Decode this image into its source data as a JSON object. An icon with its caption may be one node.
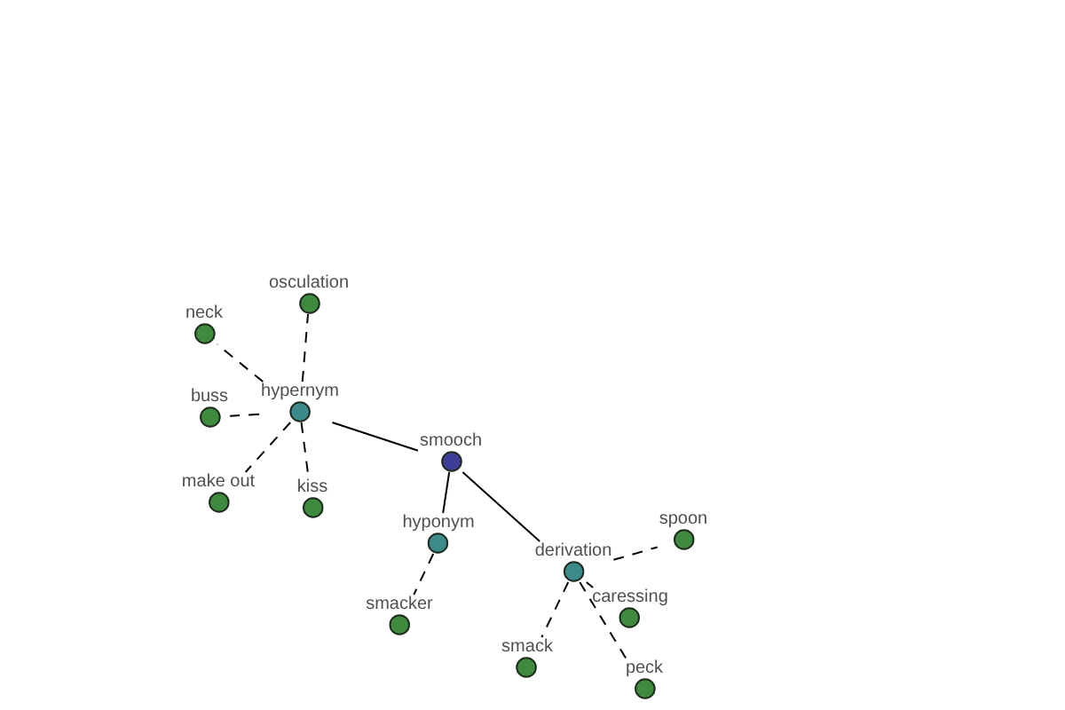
{
  "diagram": {
    "nodes": [
      {
        "text": [
          "osculation"
        ]
      },
      {
        "text": [
          "neck"
        ]
      },
      {
        "text": [
          "buss"
        ]
      },
      {
        "text": [
          "hypernym"
        ]
      },
      {
        "text": [
          "smooch"
        ]
      },
      {
        "text": [
          "make out"
        ]
      },
      {
        "text": [
          "kiss"
        ]
      },
      {
        "text": [
          "spoon"
        ]
      },
      {
        "text": [
          "hyponym"
        ]
      },
      {
        "text": [
          "derivation"
        ]
      },
      {
        "text": [
          "caressing"
        ]
      },
      {
        "text": [
          "smacker"
        ]
      },
      {
        "text": [
          "smack"
        ]
      },
      {
        "text": [
          "peck"
        ]
      }
    ],
    "edges": [
      {
        "from": 4,
        "to": 3,
        "arrow": "none"
      },
      {
        "from": 4,
        "to": 8,
        "arrow": "none"
      },
      {
        "from": 4,
        "to": 9,
        "arrow": "none"
      },
      {
        "from": 3,
        "to": 0,
        "arrow": "none",
        "style": "dashed"
      },
      {
        "from": 3,
        "to": 1,
        "arrow": "none",
        "style": "dashed"
      },
      {
        "from": 3,
        "to": 2,
        "arrow": "none",
        "style": "dashed"
      },
      {
        "from": 3,
        "to": 5,
        "arrow": "none",
        "style": "dashed"
      },
      {
        "from": 3,
        "to": 6,
        "arrow": "none",
        "style": "dashed"
      },
      {
        "from": 8,
        "to": 11,
        "arrow": "none",
        "style": "dashed"
      },
      {
        "from": 9,
        "to": 7,
        "arrow": "none",
        "style": "dashed"
      },
      {
        "from": 9,
        "to": 10,
        "arrow": "none",
        "style": "dashed"
      },
      {
        "from": 9,
        "to": 12,
        "arrow": "none",
        "style": "dashed"
      },
      {
        "from": 9,
        "to": 13,
        "arrow": "none",
        "style": "dashed"
      }
    ]
  }
}
